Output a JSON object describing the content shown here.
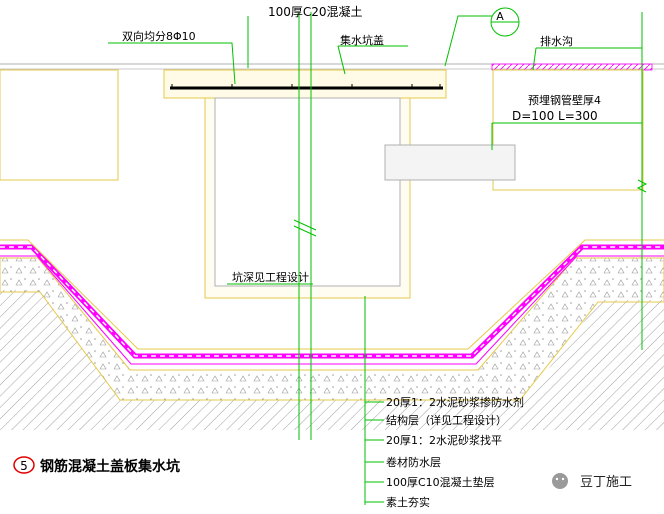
{
  "labels": {
    "top_concrete": "100厚C20混凝土",
    "rebar": "双向均分8Φ10",
    "pit_cover": "集水坑盖",
    "section_mark": "A",
    "drain_ditch": "排水沟",
    "embedded_pipe": "预埋钢管壁厚4",
    "pipe_dims": "D=100 L=300",
    "pit_depth": "坑深见工程设计"
  },
  "layers": [
    "20厚1：2水泥砂浆掺防水剂",
    "结构层（详见工程设计）",
    "20厚1：2水泥砂浆找平",
    "卷材防水层",
    "100厚C10混凝土垫层",
    "素土夯实"
  ],
  "title": {
    "number": "5",
    "text": "钢筋混凝土盖板集水坑"
  },
  "watermark": {
    "text": "豆丁施工"
  },
  "colors": {
    "line_green": "#00c000",
    "outline_yellow": "#e6c84a",
    "membrane_magenta": "#ff00ff",
    "slab_fill": "#fffbe6",
    "hatch_gray": "#808080",
    "cover_black": "#000000",
    "title_red": "#e00000"
  }
}
